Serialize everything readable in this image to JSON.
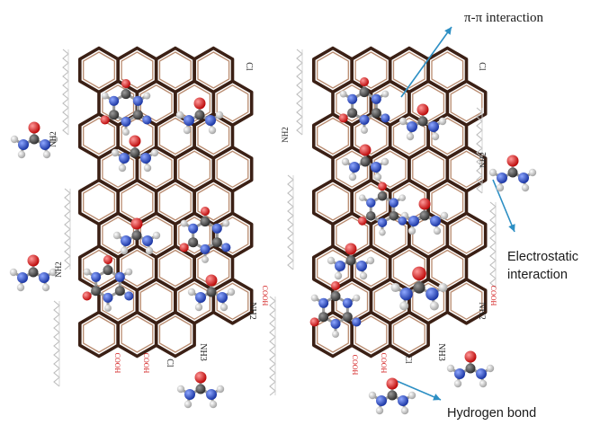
{
  "labels": {
    "pi_pi": "π-π interaction",
    "electrostatic": "Electrostatic interaction",
    "hydrogen_bond": "Hydrogen bond"
  },
  "chem": {
    "cl": "Cl",
    "nh2": "NH2",
    "nh3": "NH3",
    "cooh": "COOH"
  },
  "colors": {
    "graphene_outer": "#3b2015",
    "graphene_inner": "#b88a6e",
    "arrow": "#2d8fc4",
    "oxygen": "#d01010",
    "nitrogen": "#1b3fb0",
    "carbon": "#4a4a4a",
    "hydrogen": "#dcdcdc"
  }
}
